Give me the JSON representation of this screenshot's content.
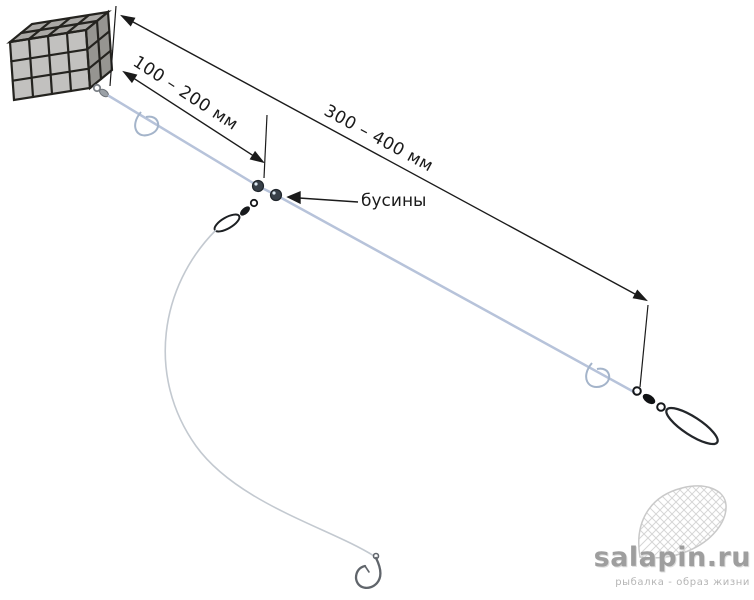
{
  "diagram": {
    "annotations": {
      "dim_long": "300 – 400 мм",
      "dim_short": "100 – 200 мм",
      "beads": "бусины"
    },
    "colors": {
      "background": "#ffffff",
      "main_line": "#b7c3da",
      "knot_line": "#a4b4ca",
      "leader_line": "#c3c9d0",
      "hook_metal": "#60656b",
      "hardware_metal": "#17191c",
      "cage_wire": "#24231f",
      "annotation": "#1b1b1b",
      "watermark_text": "#9e9e9e",
      "watermark_fish": "#d0d0d0"
    },
    "parts": [
      "feeder-cage-icon",
      "feeder-swivel-icon",
      "loop-knot-icon",
      "beads-icon",
      "snap-swivel-icon",
      "leader-line-icon",
      "fish-hook-icon",
      "end-loop-knot-icon",
      "end-swivel-icon",
      "end-snap-clip-icon"
    ]
  },
  "watermark": {
    "site": "salapin.ru",
    "slogan": "рыбалка - образ жизни"
  }
}
